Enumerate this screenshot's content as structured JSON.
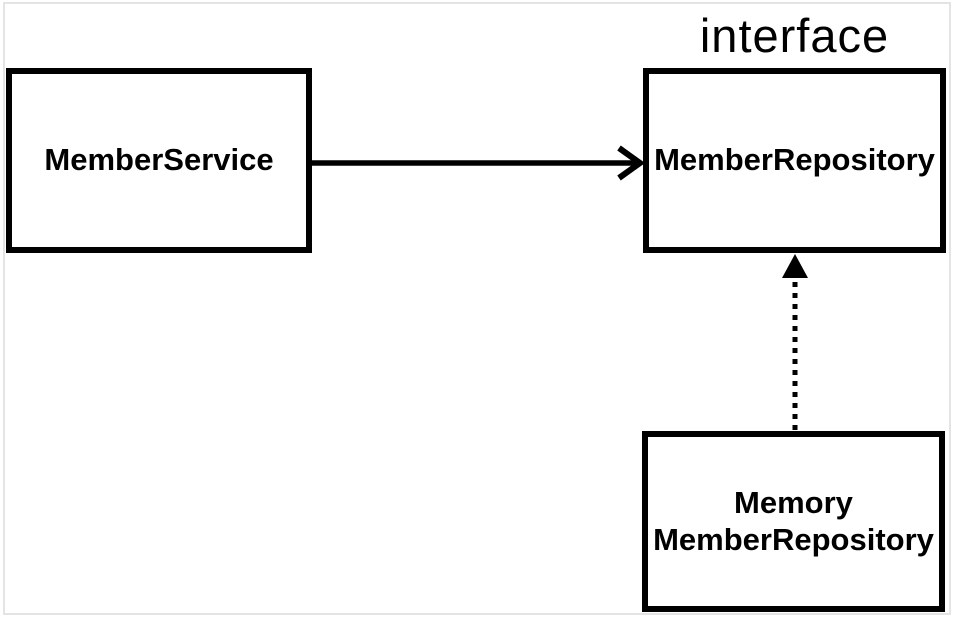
{
  "diagram": {
    "nodes": {
      "member_service": {
        "label": "MemberService"
      },
      "member_repository": {
        "label": "MemberRepository",
        "stereotype": "interface"
      },
      "memory_member_repository": {
        "lines": [
          "Memory",
          "MemberRepository"
        ]
      }
    },
    "edges": [
      {
        "from": "MemberService",
        "to": "MemberRepository",
        "line_style": "solid",
        "arrowhead": "open-chevron",
        "direction": "right"
      },
      {
        "from": "Memory MemberRepository",
        "to": "MemberRepository",
        "line_style": "dotted",
        "arrowhead": "filled-triangle",
        "direction": "up"
      }
    ],
    "colors": {
      "line": "#000000",
      "node_border": "#000000",
      "node_fill": "#ffffff",
      "text": "#000000",
      "canvas_background": "#ffffff",
      "frame_border": "#e4e4e4"
    }
  }
}
